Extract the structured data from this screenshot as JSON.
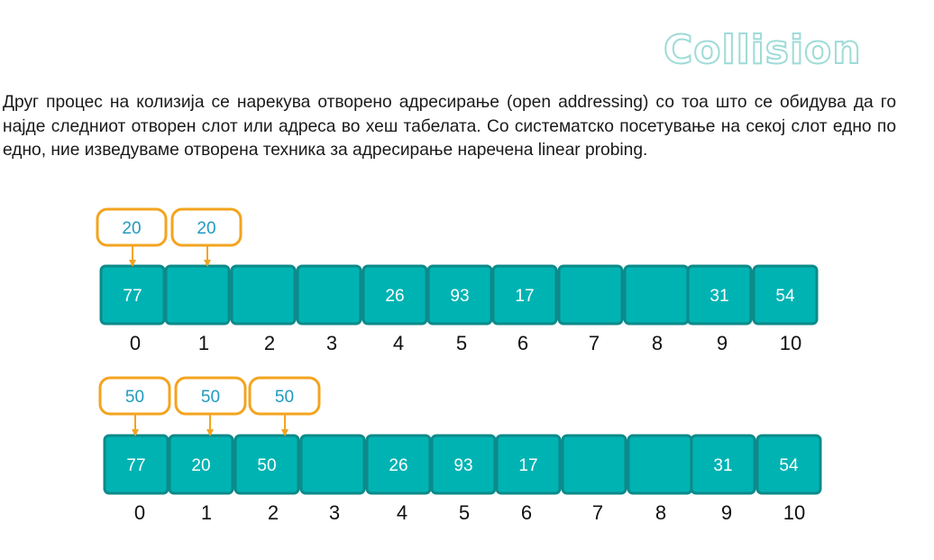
{
  "slide": {
    "title": "Collision",
    "paragraph": "Друг процес на колизија се нарекува отворено адресирање (open addressing) со тоа што се обидува да го најде следниот отворен слот или адреса во хеш табелата. Со систематско посетување на секој слот едно по едно, ние изведуваме отворена техника за адресирање наречена linear probing."
  },
  "colors": {
    "slot_fill": "#00b3b3",
    "slot_border": "#0d8a8a",
    "probe_border": "#f3a41f",
    "probe_text": "#1f9bc0"
  },
  "tables": [
    {
      "slots": [
        "77",
        "",
        "",
        "",
        "26",
        "93",
        "17",
        "",
        "",
        "31",
        "54"
      ],
      "indices": [
        "0",
        "1",
        "2",
        "3",
        "4",
        "5",
        "6",
        "7",
        "8",
        "9",
        "10"
      ],
      "probes": [
        {
          "value": "20",
          "slot": 0
        },
        {
          "value": "20",
          "slot": 1
        }
      ]
    },
    {
      "slots": [
        "77",
        "20",
        "50",
        "",
        "26",
        "93",
        "17",
        "",
        "",
        "31",
        "54"
      ],
      "indices": [
        "0",
        "1",
        "2",
        "3",
        "4",
        "5",
        "6",
        "7",
        "8",
        "9",
        "10"
      ],
      "probes": [
        {
          "value": "50",
          "slot": 0
        },
        {
          "value": "50",
          "slot": 1
        },
        {
          "value": "50",
          "slot": 2
        }
      ]
    }
  ]
}
